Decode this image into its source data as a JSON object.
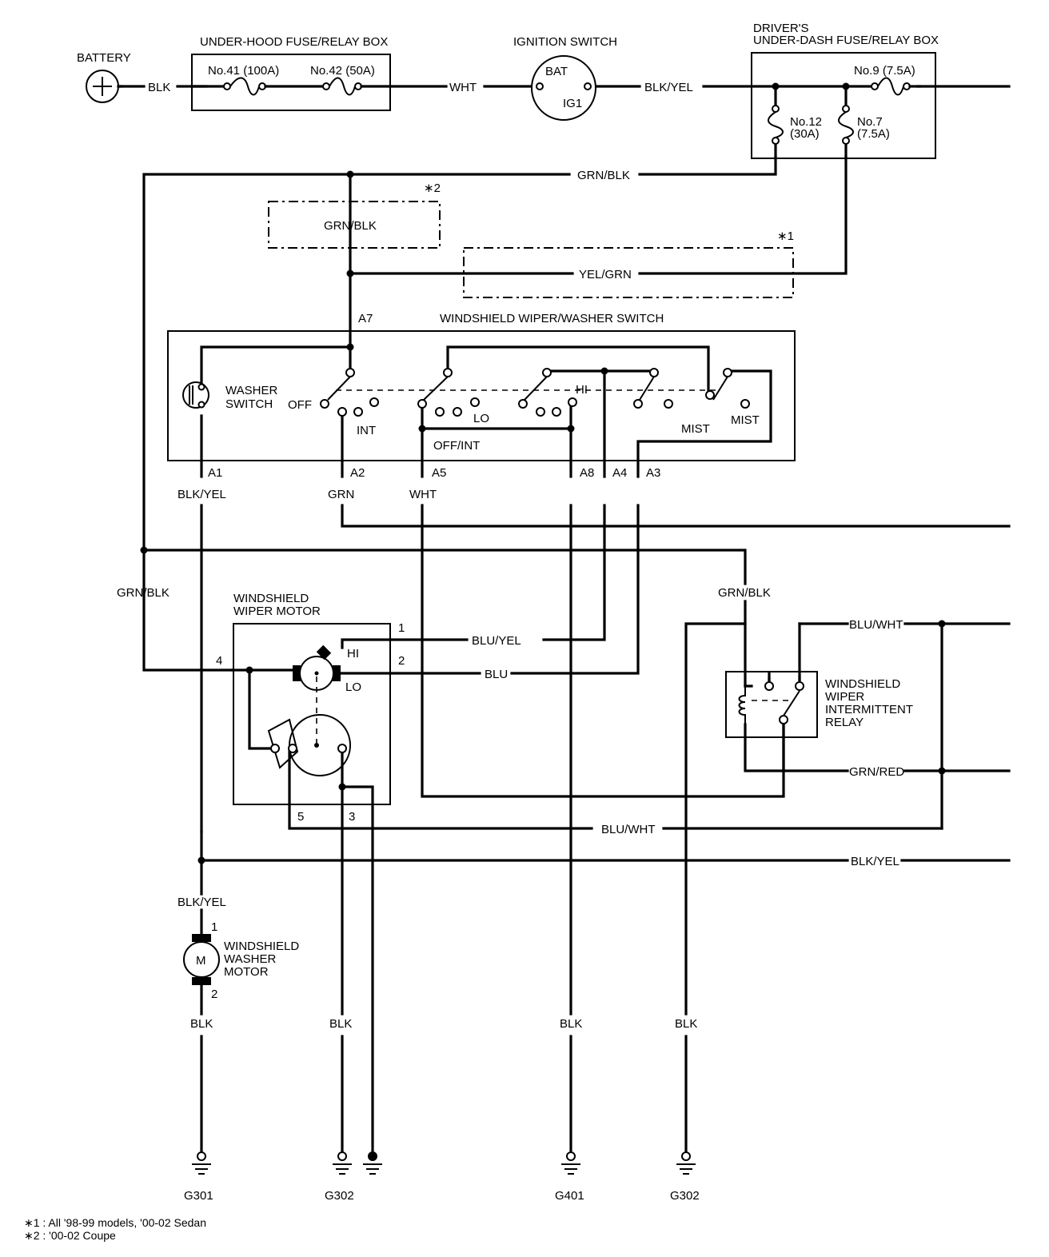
{
  "components": {
    "battery": "BATTERY",
    "under_hood_box": "UNDER-HOOD FUSE/RELAY BOX",
    "fuse41": "No.41 (100A)",
    "fuse42": "No.42 (50A)",
    "ignition_switch": "IGNITION SWITCH",
    "ign_bat": "BAT",
    "ign_ig1": "IG1",
    "driver_box_line1": "DRIVER'S",
    "driver_box_line2": "UNDER-DASH FUSE/RELAY BOX",
    "fuse9": "No.9 (7.5A)",
    "fuse12_a": "No.12",
    "fuse12_b": "(30A)",
    "fuse7_a": "No.7",
    "fuse7_b": "(7.5A)",
    "wiper_switch": "WINDSHIELD WIPER/WASHER SWITCH",
    "washer_switch_1": "WASHER",
    "washer_switch_2": "SWITCH",
    "wiper_motor_1": "WINDSHIELD",
    "wiper_motor_2": "WIPER MOTOR",
    "relay_1": "WINDSHIELD",
    "relay_2": "WIPER",
    "relay_3": "INTERMITTENT",
    "relay_4": "RELAY",
    "washer_motor_1": "WINDSHIELD",
    "washer_motor_2": "WASHER",
    "washer_motor_3": "MOTOR",
    "motor_m": "M"
  },
  "switch_positions": {
    "off": "OFF",
    "int": "INT",
    "lo": "LO",
    "off_int": "OFF/INT",
    "hi": "HI",
    "mist1": "MIST",
    "mist2": "MIST",
    "motor_hi": "HI",
    "motor_lo": "LO"
  },
  "pins": {
    "a7": "A7",
    "a1": "A1",
    "a2": "A2",
    "a5": "A5",
    "a8": "A8",
    "a4": "A4",
    "a3": "A3",
    "m1": "1",
    "m2": "2",
    "m4": "4",
    "m5": "5",
    "m3": "3",
    "wm1": "1",
    "wm2": "2"
  },
  "wires": {
    "blk1": "BLK",
    "wht1": "WHT",
    "blkyel1": "BLK/YEL",
    "grnblk_top": "GRN/BLK",
    "grnblk_coupe": "GRN/BLK",
    "yelgrn": "YEL/GRN",
    "a1_blkyel": "BLK/YEL",
    "a2_grn": "GRN",
    "a5_wht": "WHT",
    "grnblk_left": "GRN/BLK",
    "grnblk_relay": "GRN/BLK",
    "bluyel": "BLU/YEL",
    "blu": "BLU",
    "bluwht_relay": "BLU/WHT",
    "grnred": "GRN/RED",
    "bluwht_bottom": "BLU/WHT",
    "blkyel_bottom": "BLK/YEL",
    "blkyel_washer": "BLK/YEL",
    "blk_g301": "BLK",
    "blk_g302a": "BLK",
    "blk_g401": "BLK",
    "blk_g302b": "BLK"
  },
  "grounds": {
    "g301": "G301",
    "g302a": "G302",
    "g401": "G401",
    "g302b": "G302"
  },
  "markers": {
    "star1": "∗1",
    "star2": "∗2"
  },
  "notes": {
    "note1": "∗1 : All '98-99 models, '00-02 Sedan",
    "note2": "∗2 : '00-02 Coupe"
  }
}
